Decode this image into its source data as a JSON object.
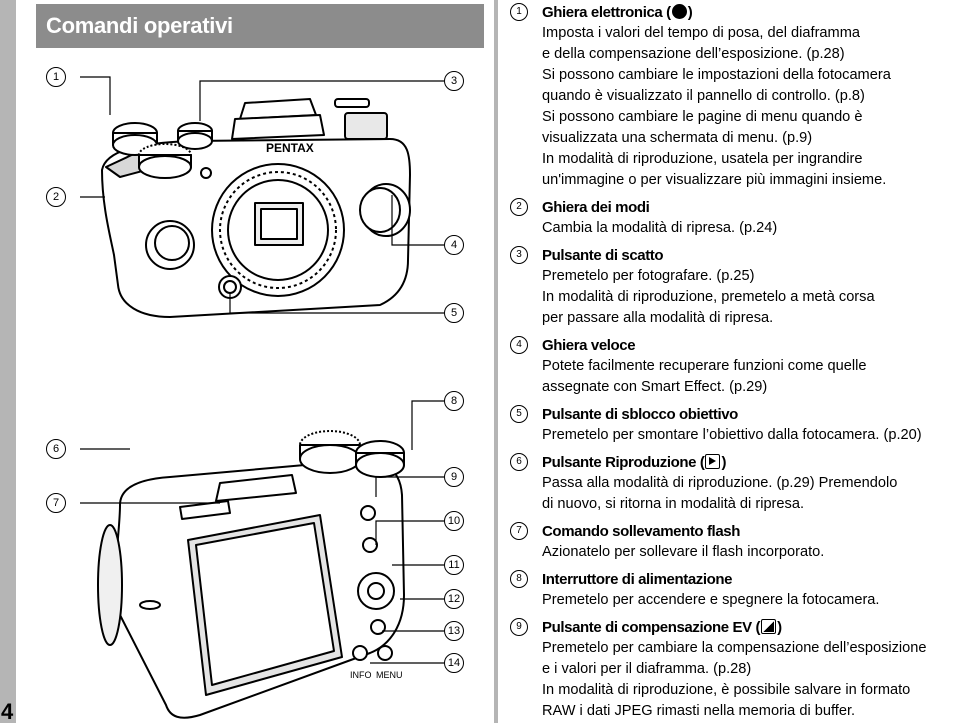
{
  "page": {
    "title": "Comandi operativi",
    "page_number": "4"
  },
  "figure_callouts": [
    "1",
    "2",
    "3",
    "4",
    "5",
    "6",
    "7",
    "8",
    "9",
    "10",
    "11",
    "12",
    "13",
    "14"
  ],
  "figure_labels": {
    "brand": "PENTAX",
    "info": "INFO",
    "menu": "MENU"
  },
  "items": [
    {
      "num": "1",
      "title_before": "Ghiera elettronica (",
      "title_icon": "dial-icon",
      "title_after": ")",
      "lines": [
        "Imposta i valori del tempo di posa, del diaframma",
        "e della compensazione dell’esposizione. (p.28)",
        "Si possono cambiare le impostazioni della fotocamera",
        "quando è visualizzato il pannello di controllo. (p.8)",
        "Si possono cambiare le pagine di menu quando è",
        "visualizzata una schermata di menu. (p.9)",
        "In modalità di riproduzione, usatela per ingrandire",
        "un'immagine o per visualizzare più immagini insieme."
      ]
    },
    {
      "num": "2",
      "title_before": "Ghiera dei modi",
      "lines": [
        "Cambia la modalità di ripresa. (p.24)"
      ]
    },
    {
      "num": "3",
      "title_before": "Pulsante di scatto",
      "lines": [
        "Premetelo per fotografare. (p.25)",
        "In modalità di riproduzione, premetelo a metà corsa",
        "per passare alla modalità di ripresa."
      ]
    },
    {
      "num": "4",
      "title_before": "Ghiera veloce",
      "lines": [
        "Potete facilmente recuperare funzioni come quelle",
        "assegnate con Smart Effect. (p.29)"
      ]
    },
    {
      "num": "5",
      "title_before": "Pulsante di sblocco obiettivo",
      "lines": [
        "Premetelo per smontare l’obiettivo dalla fotocamera. (p.20)"
      ]
    },
    {
      "num": "6",
      "title_before": "Pulsante Riproduzione (",
      "title_icon": "play-icon",
      "title_after": ")",
      "lines": [
        "Passa alla modalità di riproduzione. (p.29) Premendolo",
        "di nuovo, si ritorna in modalità di ripresa."
      ]
    },
    {
      "num": "7",
      "title_before": "Comando sollevamento flash",
      "lines": [
        "Azionatelo per sollevare il flash incorporato."
      ]
    },
    {
      "num": "8",
      "title_before": "Interruttore di alimentazione",
      "lines": [
        "Premetelo per accendere e spegnere la fotocamera."
      ]
    },
    {
      "num": "9",
      "title_before": "Pulsante di compensazione EV (",
      "title_icon": "ev-compensation-icon",
      "title_after": ")",
      "lines": [
        "Premetelo per cambiare la compensazione dell’esposizione",
        "e i valori per il diaframma. (p.28)",
        "In modalità di riproduzione, è possibile salvare in formato",
        "RAW i dati JPEG rimasti nella memoria di buffer."
      ]
    }
  ]
}
